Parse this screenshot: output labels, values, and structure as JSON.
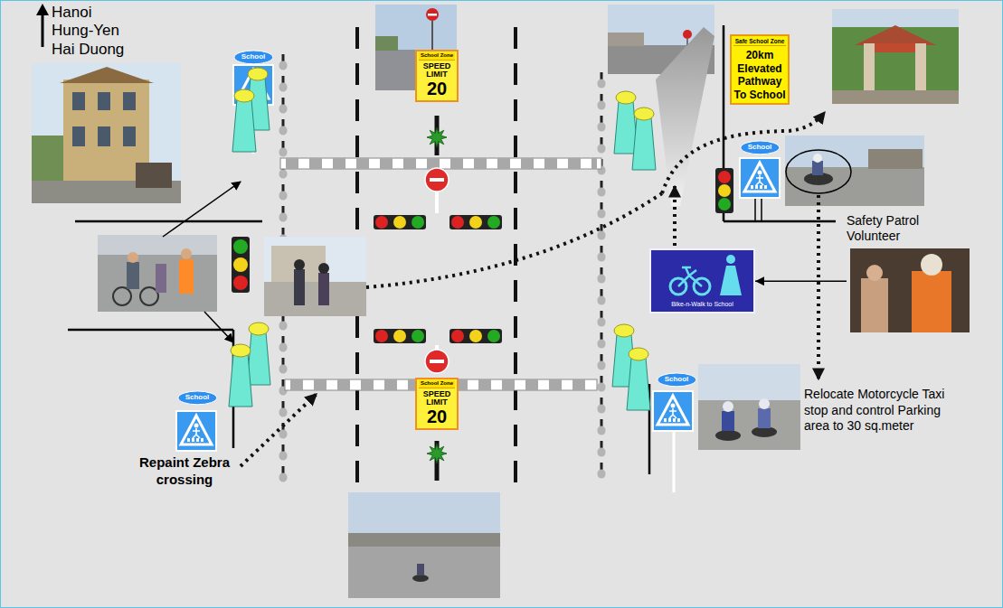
{
  "diagram": {
    "nodes": [
      {
        "text": [
          "School"
        ]
      },
      {
        "text": [
          "School Zone",
          "SPEED LIMIT",
          "20"
        ]
      },
      {
        "text": [
          "Safe School Zone",
          "20km Elevated Pathway To School"
        ]
      },
      {
        "text": [
          "School"
        ]
      },
      {
        "text": [
          "Safety Patrol Volunteer"
        ]
      },
      {
        "text": [
          "Bike-n-Walk to School"
        ]
      },
      {
        "text": [
          "School"
        ]
      },
      {
        "text": [
          "School Zone",
          "SPEED LIMIT",
          "20"
        ]
      },
      {
        "text": [
          "School"
        ]
      }
    ],
    "edges": [
      {
        "from": 4,
        "to": 5,
        "arrow": "to"
      }
    ],
    "labels": [
      "Hanoi Hung-Yen Hai Duong",
      "Repaint Zebra crossing",
      "Relocate Motorcycle Taxi stop and control Parking area to 30 sq.meter"
    ]
  }
}
